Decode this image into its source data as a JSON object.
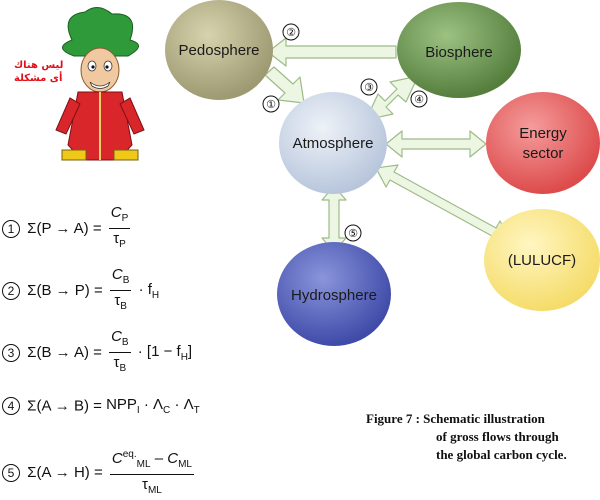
{
  "nodes": {
    "pedosphere": "Pedosphere",
    "biosphere": "Biosphere",
    "atmosphere": "Atmosphere",
    "energy_line1": "Energy",
    "energy_line2": "sector",
    "lulucf": "(LULUCF)",
    "hydrosphere": "Hydrosphere"
  },
  "flow_numbers": [
    "①",
    "②",
    "③",
    "④",
    "⑤"
  ],
  "cartoon_text": {
    "line1": "ليس هناك",
    "line2": "أى مشكلة"
  },
  "equations": {
    "e1": {
      "marker": "①",
      "lhs": "Σ(P → A) =",
      "num": "C",
      "num_sub": "P",
      "den": "τ",
      "den_sub": "P"
    },
    "e2": {
      "marker": "②",
      "lhs": "Σ(B → P) =",
      "num": "C",
      "num_sub": "B",
      "den": "τ",
      "den_sub": "B",
      "rest": "· f",
      "rest_sub": "H"
    },
    "e3": {
      "marker": "③",
      "lhs": "Σ(B → A) =",
      "num": "C",
      "num_sub": "B",
      "den": "τ",
      "den_sub": "B",
      "rest": "· [1 − f",
      "rest_sub": "H",
      "rest_end": "]"
    },
    "e4": {
      "marker": "④",
      "lhs": "Σ(A → B) =",
      "rhs": "NPP",
      "rhs_sub": "I",
      "rhs2": "· Λ",
      "rhs2_sub": "C",
      "rhs3": "· Λ",
      "rhs3_sub": "T"
    },
    "e5": {
      "marker": "⑤",
      "lhs": "Σ(A → H) =",
      "num_a": "C",
      "num_a_sup": "eq.",
      "num_a_sub": "ML",
      "num_b": "– C",
      "num_b_sub": "ML",
      "den": "τ",
      "den_sub": "ML"
    }
  },
  "caption": {
    "line1": "Figure 7 : Schematic illustration",
    "line2": "of gross flows through",
    "line3": "the global carbon cycle."
  },
  "colors": {
    "pedosphere": "#b6b58e",
    "biosphere": "#6f9a55",
    "atmosphere": "#d2dcea",
    "energy": "#ec6a6a",
    "lulucf": "#fbe98e",
    "hydrosphere": "#5e6bc2",
    "arrow_fill": "#edf6e3",
    "arrow_stroke": "#9dbb88"
  }
}
